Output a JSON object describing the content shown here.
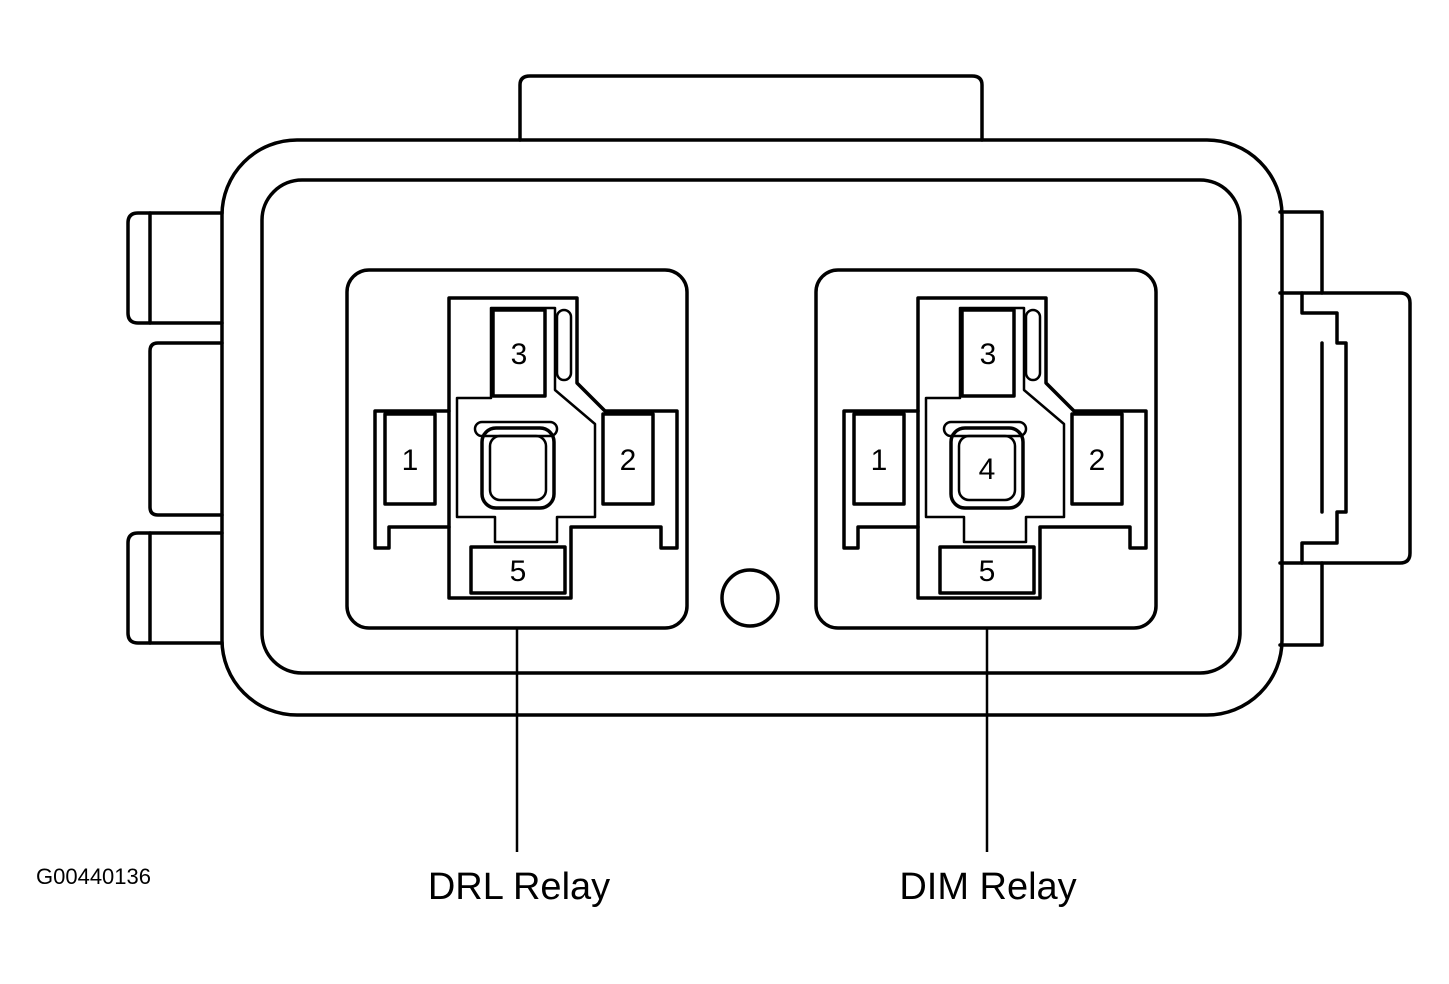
{
  "figure_id": "G00440136",
  "relays": [
    {
      "name": "DRL Relay",
      "pins": {
        "p1": "1",
        "p2": "2",
        "p3": "3",
        "p4": "",
        "p5": "5"
      }
    },
    {
      "name": "DIM Relay",
      "pins": {
        "p1": "1",
        "p2": "2",
        "p3": "3",
        "p4": "4",
        "p5": "5"
      }
    }
  ]
}
